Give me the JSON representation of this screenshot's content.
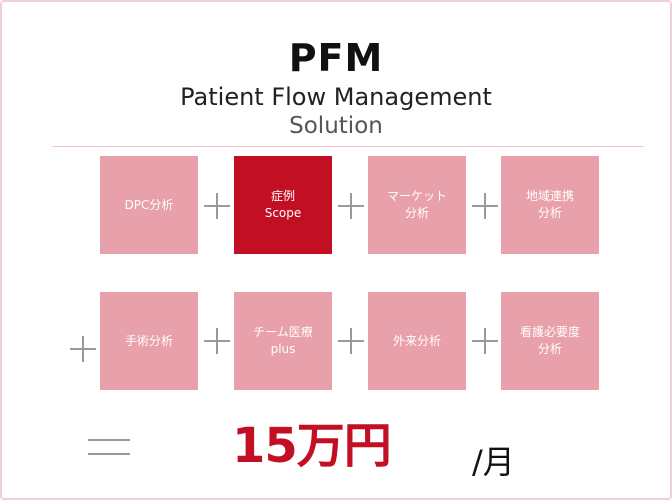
{
  "header": {
    "title": "PFM",
    "subtitle": "Patient Flow Management",
    "subtitle2": "Solution"
  },
  "tiles": [
    {
      "label": "DPC分析"
    },
    {
      "label": "症例\nScope",
      "active": true
    },
    {
      "label": "マーケット\n分析"
    },
    {
      "label": "地域連携\n分析"
    },
    {
      "label": "手術分析"
    },
    {
      "label": "チーム医療\nplus"
    },
    {
      "label": "外来分析"
    },
    {
      "label": "看護必要度\n分析"
    }
  ],
  "price": {
    "amount": "15万円",
    "unit": "/月"
  },
  "colors": {
    "tile": "#e8a0aa",
    "tile_active": "#c30f24",
    "accent": "#c30f24",
    "operator": "#9a9a9a",
    "divider": "#f1c7cf"
  }
}
